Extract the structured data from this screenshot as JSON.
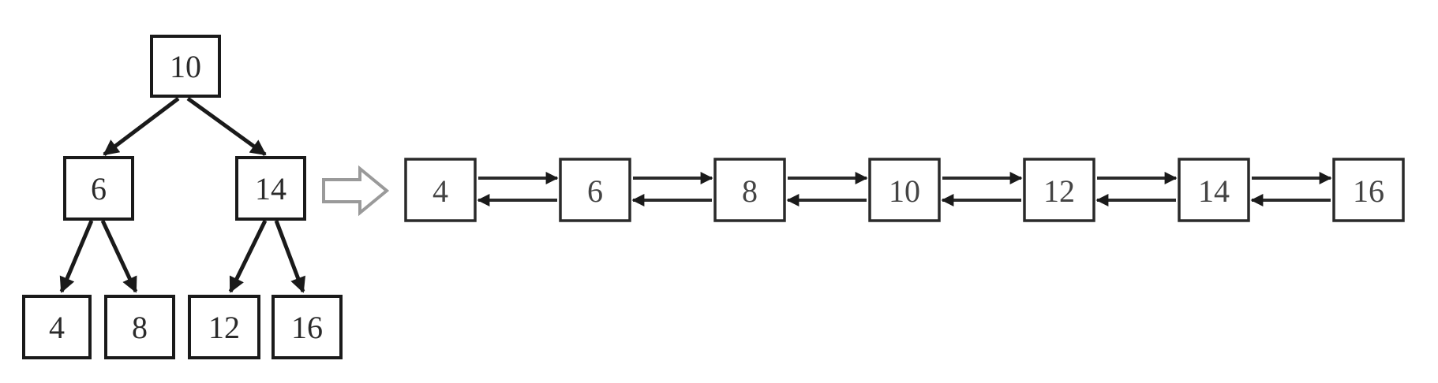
{
  "tree": {
    "root": "10",
    "left": "6",
    "right": "14",
    "left_left": "4",
    "left_right": "8",
    "right_left": "12",
    "right_right": "16"
  },
  "list": {
    "nodes": [
      "4",
      "6",
      "8",
      "10",
      "12",
      "14",
      "16"
    ]
  },
  "colors": {
    "stroke": "#1a1a1a",
    "transform_arrow": "#9a9a9a"
  }
}
